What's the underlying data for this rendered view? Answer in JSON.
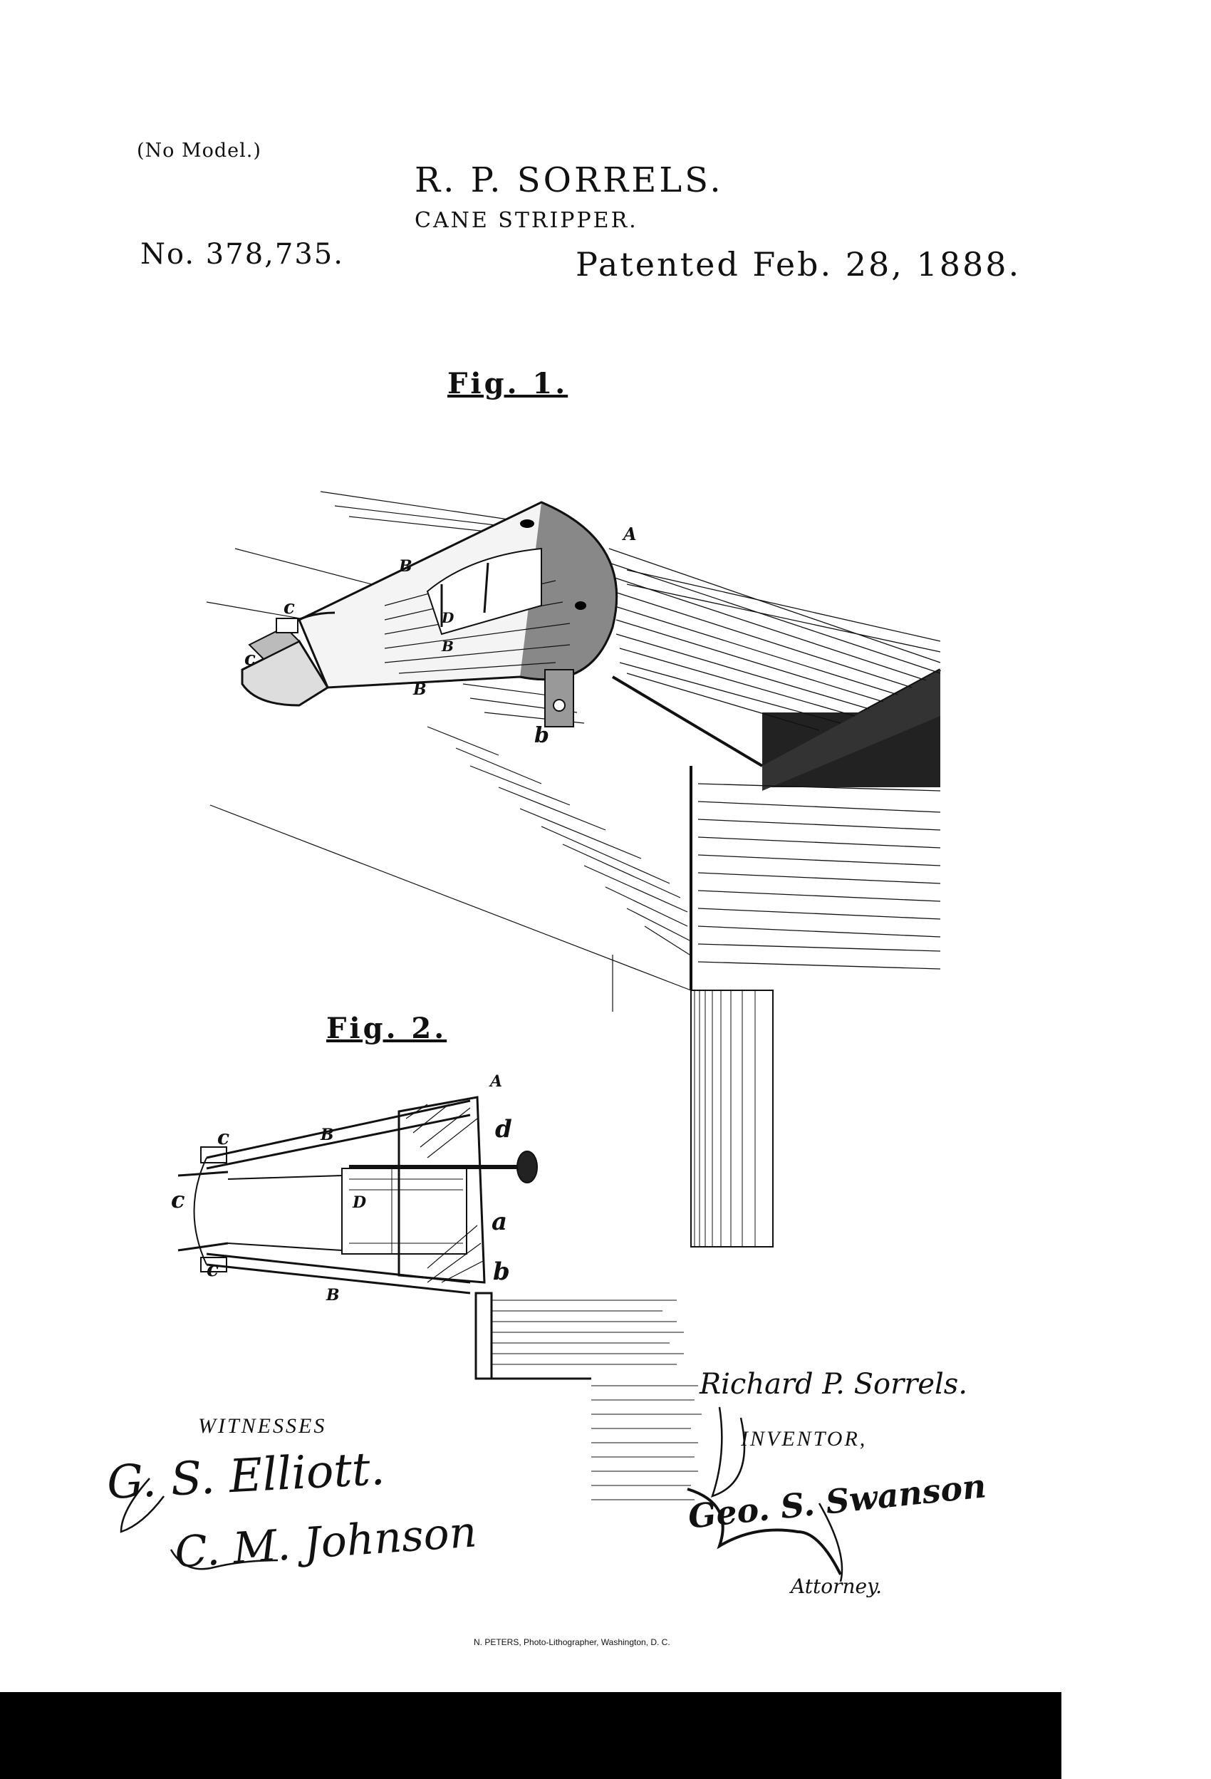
{
  "header": {
    "model_note": "(No Model.)",
    "inventor": "R. P. SORRELS.",
    "title": "CANE STRIPPER.",
    "patent_number": "No. 378,735.",
    "patent_date": "Patented Feb. 28, 1888."
  },
  "figures": {
    "fig1_label": "Fig. 1.",
    "fig2_label": "Fig. 2."
  },
  "fig1_labels": {
    "A": "A",
    "B_top": "B",
    "B_mid": "B",
    "B_low": "B",
    "D": "D",
    "c_top": "c",
    "c_left": "c",
    "b": "b"
  },
  "fig2_labels": {
    "A": "A",
    "d": "d",
    "B_top": "B",
    "B_bottom": "B",
    "D": "D",
    "a": "a",
    "b": "b",
    "c_top": "c",
    "c_left": "c",
    "c_bottom": "c"
  },
  "signatures": {
    "witnesses_label": "WITNESSES",
    "witness1": "G. S. Elliott.",
    "witness2": "C. M. Johnson",
    "inventor_signature": "Richard P. Sorrels.",
    "inventor_label": "INVENTOR,",
    "attorney_signature": "Geo. S. Swanson",
    "attorney_label": "Attorney."
  },
  "footer": {
    "printer": "N. PETERS, Photo-Lithographer, Washington, D. C."
  }
}
